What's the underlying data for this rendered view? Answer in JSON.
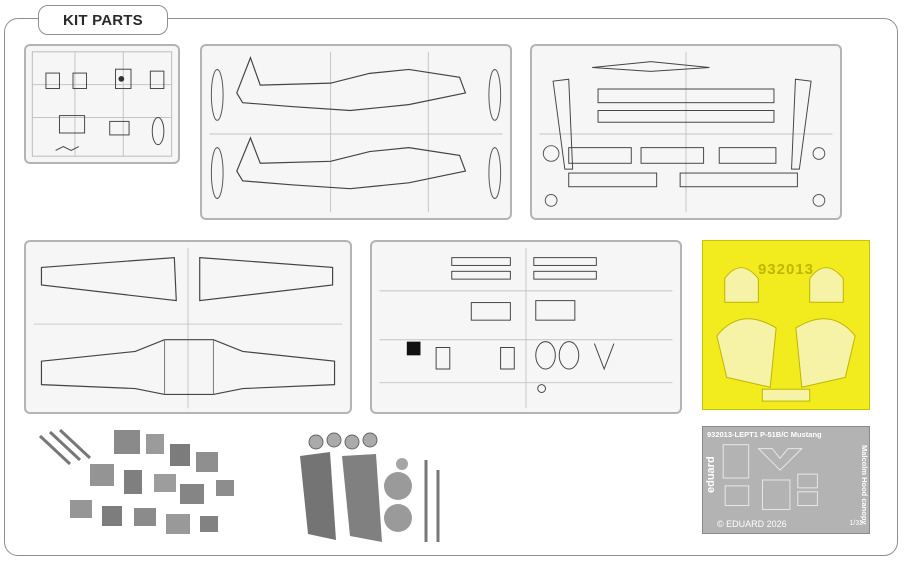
{
  "header": {
    "title": "KIT PARTS"
  },
  "mask_sheet": {
    "code": "932013"
  },
  "pe_fret": {
    "title": "932013-LEPT1 P-51B/C Mustang",
    "brand": "eduard",
    "subtitle": "Malcolm Hood canopy",
    "copyright": "© EDUARD 2026",
    "scale": "1/32"
  },
  "colors": {
    "mask": "#f2ec1e",
    "sprue": "#b4b4b4",
    "resin": "#8a8a8a",
    "pe": "#b3b3b3"
  },
  "icons": [
    "sprue-a-image",
    "fuselage-sprue-image",
    "control-surfaces-sprue-image",
    "wing-sprue-image",
    "detail-parts-sprue-image",
    "canopy-mask-image",
    "resin-cockpit-parts-image",
    "resin-wheel-well-parts-image",
    "photo-etch-fret-image"
  ]
}
